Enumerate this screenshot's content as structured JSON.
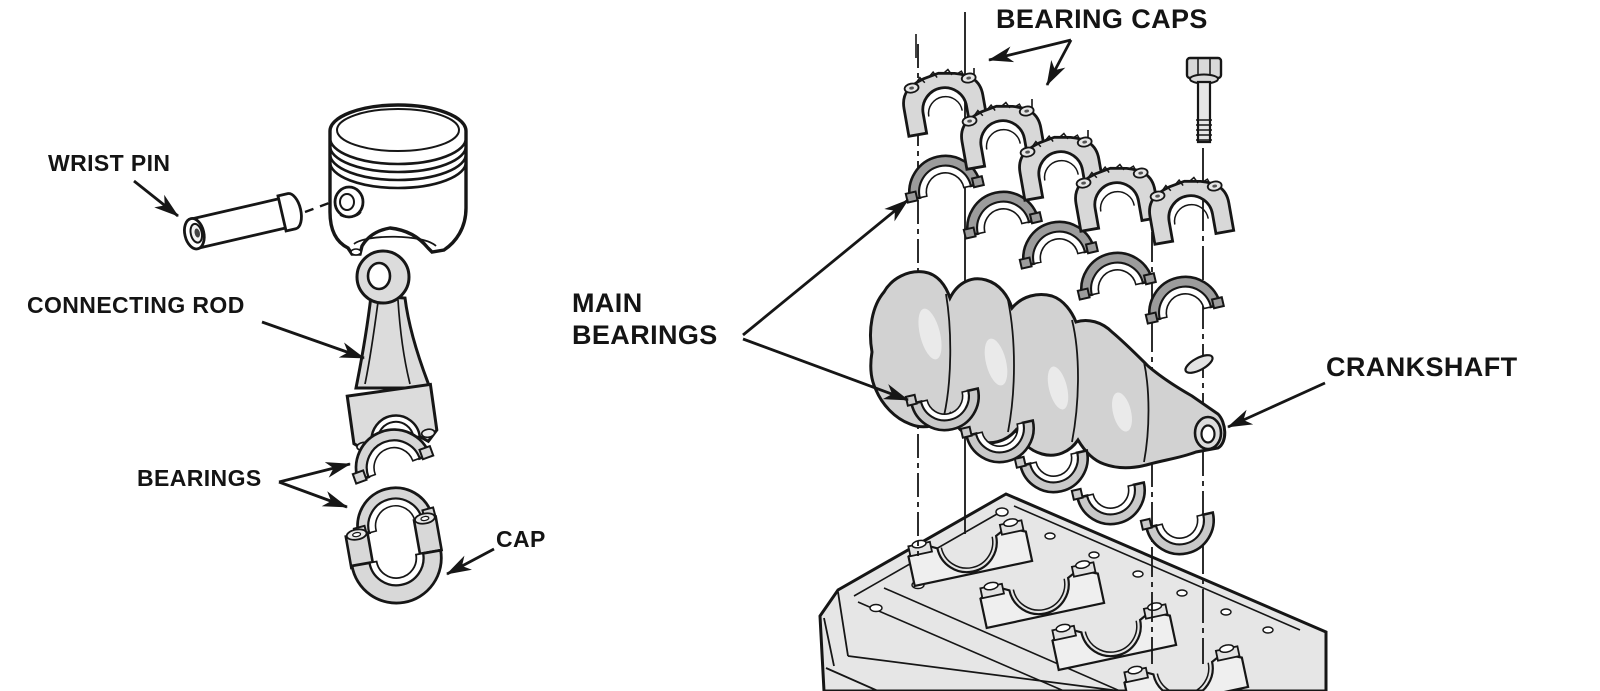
{
  "figure": {
    "subject": "engine bottom-end exploded diagrams",
    "background_color": "#ffffff",
    "line_color": "#161616",
    "part_fill_light": "#d8d8d8",
    "part_fill_dark": "#9c9c9c"
  },
  "left_view": {
    "labels": {
      "wrist_pin": "WRIST PIN",
      "connecting_rod": "CONNECTING ROD",
      "bearings": "BEARINGS",
      "cap": "CAP"
    }
  },
  "right_view": {
    "labels": {
      "bearing_caps": "BEARING CAPS",
      "main_bearings": "MAIN\nBEARINGS",
      "crankshaft": "CRANKSHAFT"
    }
  }
}
